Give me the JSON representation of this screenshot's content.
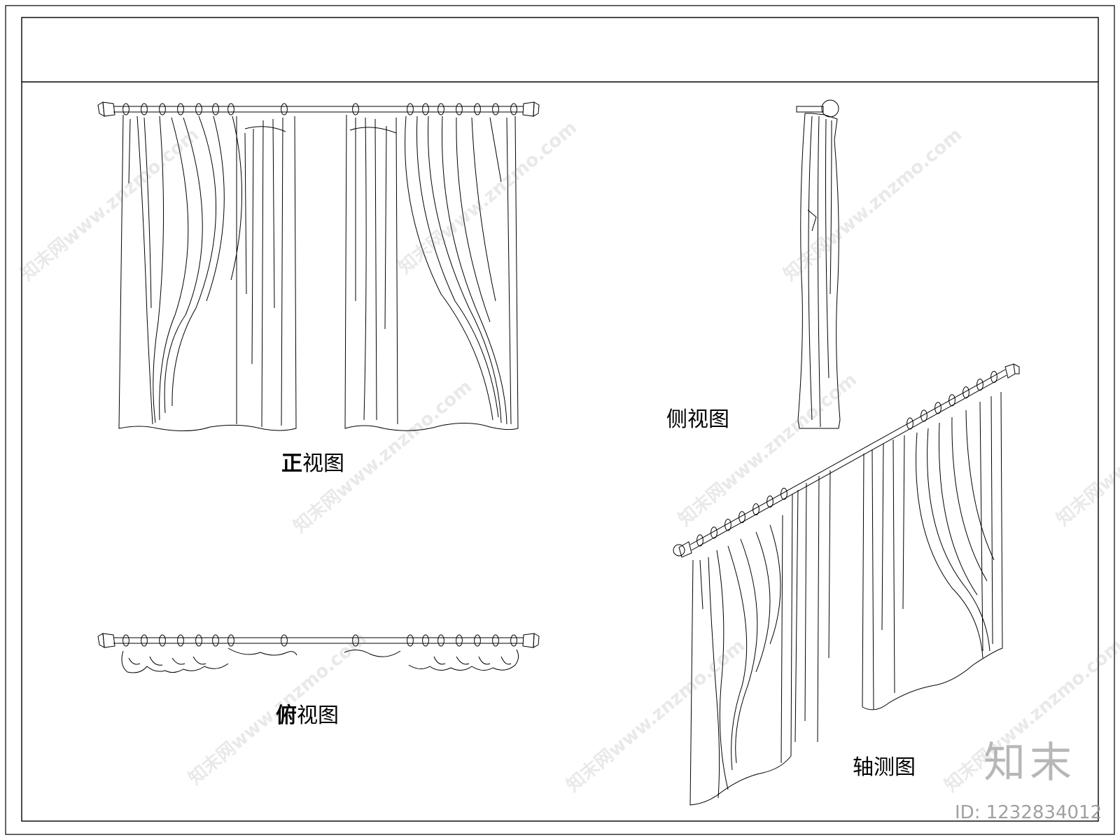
{
  "views": {
    "front": {
      "bold": "正",
      "rest": "视图"
    },
    "side": {
      "bold": "",
      "rest": "侧视图"
    },
    "top": {
      "bold": "俯",
      "rest": "视图"
    },
    "iso": {
      "bold": "",
      "rest": "轴测图"
    }
  },
  "watermark": {
    "text": "知末网www.znzmo.com"
  },
  "brand": {
    "logo": "知末",
    "id": "ID: 1232834012"
  },
  "colors": {
    "line": "#000000",
    "frame": "#1a1a1a"
  }
}
